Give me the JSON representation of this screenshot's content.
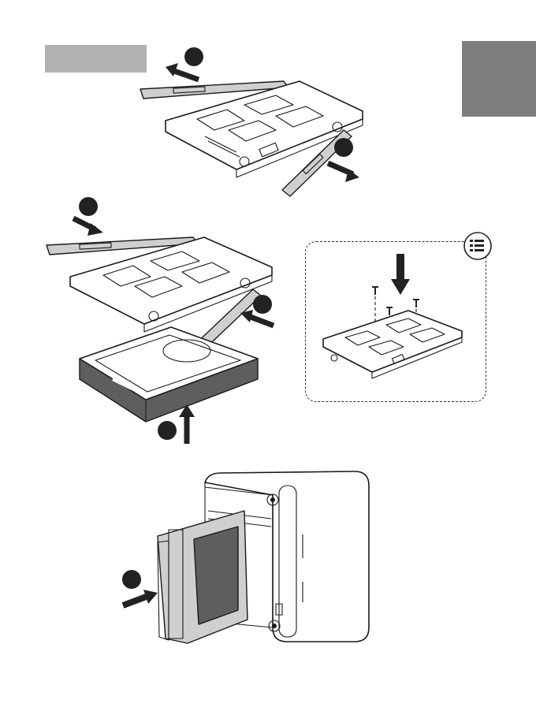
{
  "colors": {
    "header_box": "#b1b1b1",
    "side_tab": "#7e7e7e",
    "step_circle": "#222222",
    "arrow": "#222222",
    "rail": "#d3d3d3",
    "drive": "#5e5e5e"
  },
  "icons": {
    "step_marker": "filled-circle-icon",
    "direction": "arrow-icon",
    "note": "list-icon"
  },
  "figures": [
    {
      "name": "remove-rails",
      "step_markers": 2
    },
    {
      "name": "attach-rails-to-drive",
      "step_markers": 3
    },
    {
      "name": "screw-mount-option",
      "step_markers": 0
    },
    {
      "name": "insert-tray-into-nas",
      "step_markers": 1
    }
  ]
}
